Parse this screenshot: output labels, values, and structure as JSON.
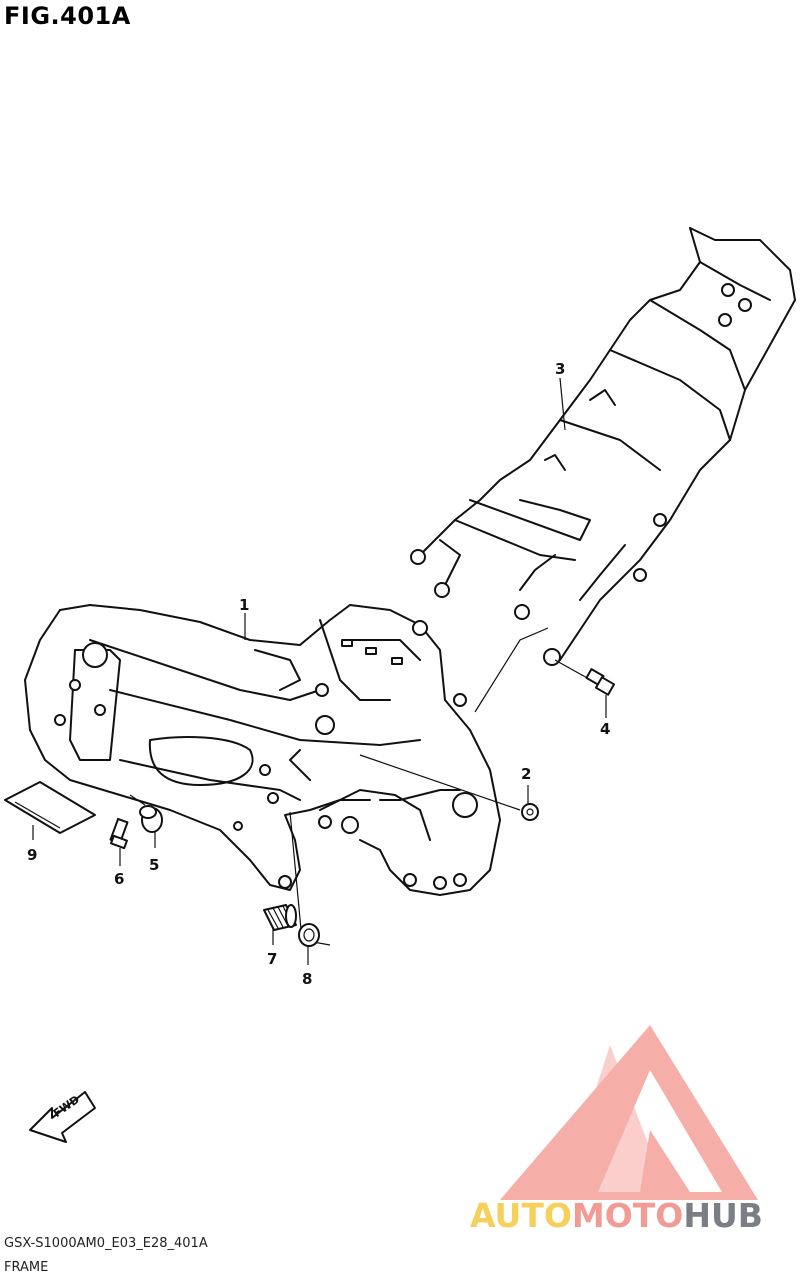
{
  "figure_title": "FIG.401A",
  "part_code": "GSX-S1000AM0_E03_E28_401A",
  "part_name": "FRAME",
  "fwd_label": "FWD",
  "callouts": [
    "1",
    "2",
    "3",
    "4",
    "5",
    "6",
    "7",
    "8",
    "9"
  ],
  "watermark": {
    "word1": "AUTO",
    "word2": "MOTO",
    "word3": "HUB",
    "colors": {
      "auto": "#f6d05a",
      "moto": "#f29a94",
      "hub": "#7b7f85",
      "triangle": "#f29a94"
    }
  }
}
